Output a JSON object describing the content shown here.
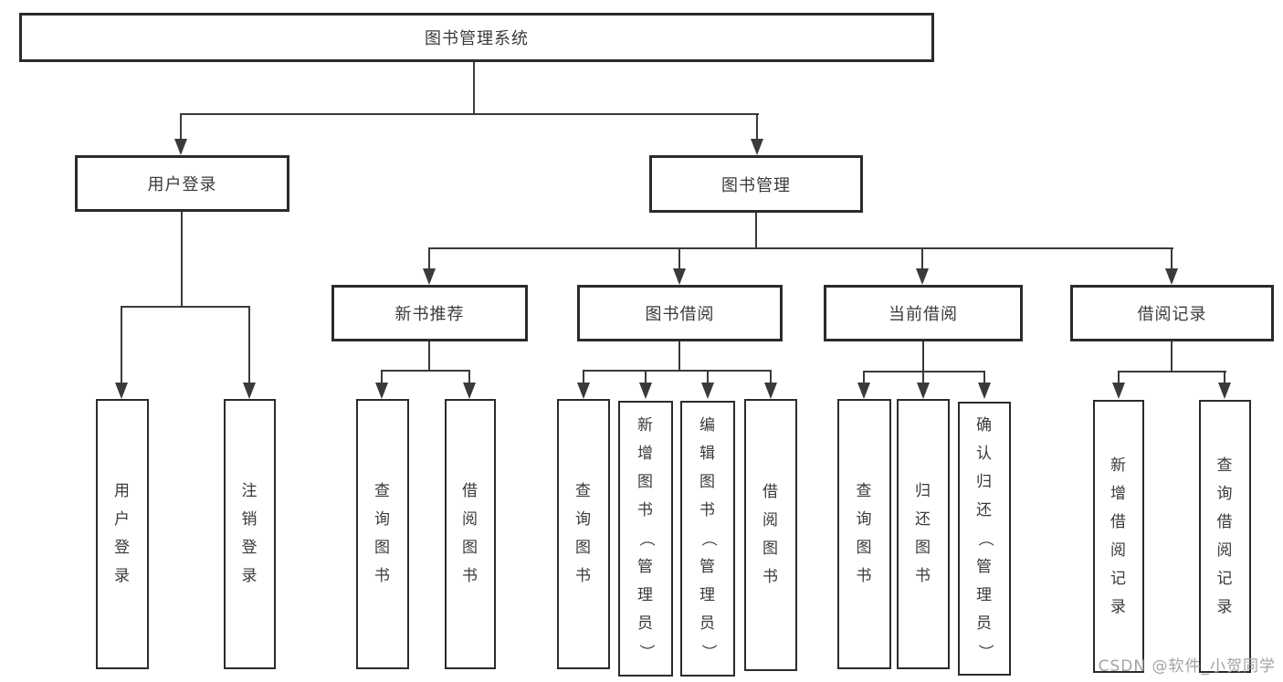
{
  "tree": {
    "root": {
      "label": "图书管理系统"
    },
    "children": [
      {
        "label": "用户登录",
        "leaves": [
          {
            "label": "用户登录"
          },
          {
            "label": "注销登录"
          }
        ]
      },
      {
        "label": "图书管理",
        "children": [
          {
            "label": "新书推荐",
            "leaves": [
              {
                "label": "查询图书"
              },
              {
                "label": "借阅图书"
              }
            ]
          },
          {
            "label": "图书借阅",
            "leaves": [
              {
                "label": "查询图书"
              },
              {
                "label": "新增图书（管理员）"
              },
              {
                "label": "编辑图书（管理员）"
              },
              {
                "label": "借阅图书"
              }
            ]
          },
          {
            "label": "当前借阅",
            "leaves": [
              {
                "label": "查询图书"
              },
              {
                "label": "归还图书"
              },
              {
                "label": "确认归还（管理员）"
              }
            ]
          },
          {
            "label": "借阅记录",
            "leaves": [
              {
                "label": "新增借阅记录"
              },
              {
                "label": "查询借阅记录"
              }
            ]
          }
        ]
      }
    ]
  },
  "watermark": {
    "text": "CSDN @软件_小贺同学"
  },
  "colors": {
    "background": "#ffffff",
    "line": "#3a3a3a",
    "border": "#2b2b2b",
    "text": "#3a3a3a",
    "watermark": "#a3a3a3"
  }
}
